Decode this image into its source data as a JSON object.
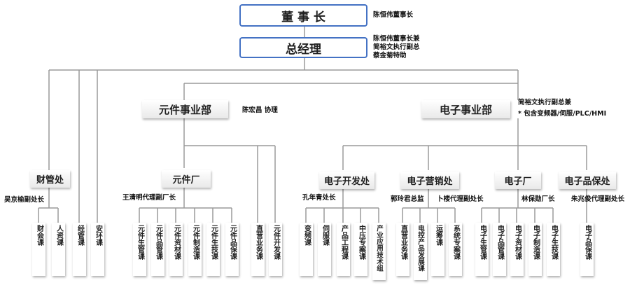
{
  "chairman": {
    "label": "董 事 长",
    "note": "陈恒伟董事长"
  },
  "gm": {
    "label": "总经理",
    "note_lines": [
      "陈恒伟董事长兼",
      "简裕文执行副总",
      "蔡金菊特助"
    ]
  },
  "components_division": {
    "label": "元件事业部",
    "note": "陈宏昌 协理"
  },
  "electronics_division": {
    "label": "电子事业部",
    "note_lines": [
      "简裕文执行副总兼",
      "* 包含变频器/伺服/PLC/HMI"
    ]
  },
  "finance": {
    "label": "财管处",
    "note": "吴京榆副处长",
    "units": [
      "财会课",
      "人资课"
    ]
  },
  "staff_units": [
    "经管课",
    "安环课"
  ],
  "component_factory": {
    "label": "元件厂",
    "note": "王清明代理副厂长",
    "units": [
      "元件生管课",
      "元件品管课",
      "元件资材课",
      "元件制造课",
      "元件生技课",
      "元件品保课"
    ]
  },
  "components_direct_units": [
    "直营业务课",
    "元件开发课"
  ],
  "e_dev": {
    "label": "电子开发处",
    "note": "孔年青处长",
    "units": [
      "变频课",
      "伺服课",
      "产品工程课",
      "中压专案课",
      "产业应用技术组"
    ]
  },
  "e_sales": {
    "label": "电子营销处",
    "note_a": "郭玲君总监",
    "note_b": "卜楼代理副处长",
    "units": [
      "直营业务课",
      "电控产品发展课",
      "运筹课",
      "系统专案课"
    ]
  },
  "e_factory": {
    "label": "电子厂",
    "note": "林保勋厂长",
    "units": [
      "电子生管课",
      "电子品管课",
      "电子资材课",
      "电子制造课",
      "电子生技课"
    ]
  },
  "e_qa": {
    "label": "电子品保处",
    "note": "朱兆俊代理副处长",
    "units": [
      "电子品保课"
    ]
  }
}
